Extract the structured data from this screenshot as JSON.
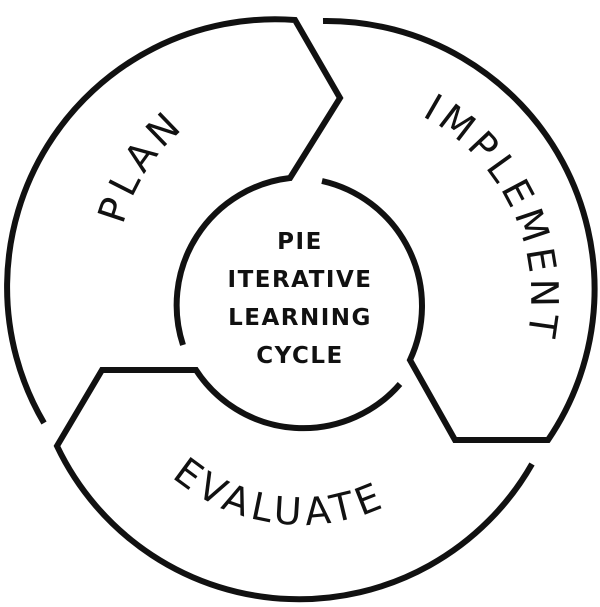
{
  "stages": {
    "plan": "PLAN",
    "implement": "IMPLEMENT",
    "evaluate": "EVALUATE"
  },
  "center": {
    "line1": "PIE",
    "line2": "ITERATIVE",
    "line3": "LEARNING",
    "line4": "CYCLE"
  }
}
